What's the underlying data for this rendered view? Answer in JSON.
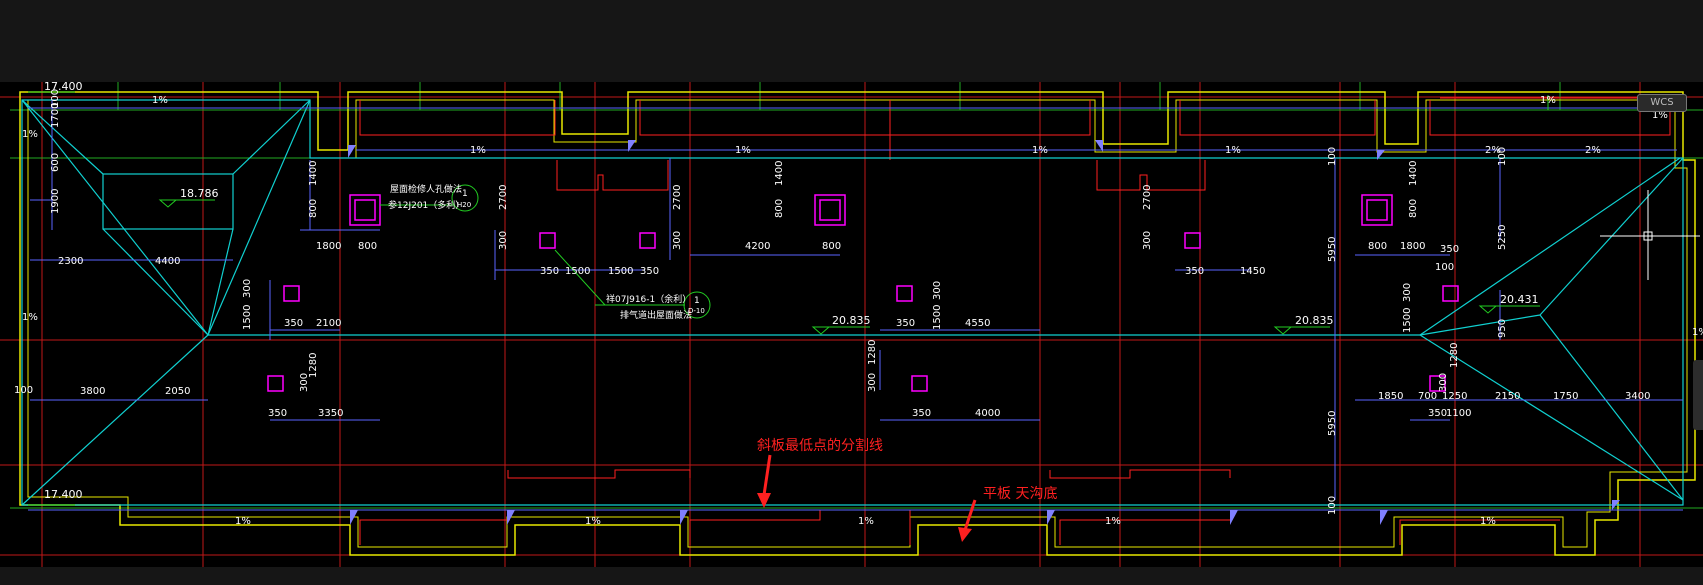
{
  "viewport": {
    "wcs_label": "WCS"
  },
  "colors": {
    "background": "#000000",
    "grid_red": "#c01818",
    "grid_green": "#22aa22",
    "wall_yellow": "#e8e800",
    "slope_cyan": "#10d0d0",
    "dim_blue": "#5a63ff",
    "text_white": "#ffffff",
    "opening_magenta": "#ff00ff",
    "annotation_red": "#ff2020"
  },
  "elevations": {
    "corner_top_left": "17.400",
    "corner_bottom_left": "17.400",
    "roof_left": "18.786",
    "ridge_mid_left": "20.835",
    "ridge_mid_right": "20.835",
    "right_peak": "20.431"
  },
  "slopes": {
    "s1": "1%",
    "s2": "1%",
    "s3": "1%",
    "s4": "1%",
    "s5": "1%",
    "s6": "1%",
    "s7": "1%",
    "s8": "1%",
    "s9": "1%",
    "s10": "1%",
    "s11": "1%",
    "s12": "1%",
    "s13": "1%",
    "s14": "1%",
    "s15": "1%",
    "r1": "2%",
    "r2": "2%"
  },
  "dimensions": {
    "d1700": "1700",
    "d100a": "100",
    "d600": "600",
    "d1900": "1900",
    "d2300": "2300",
    "d4400": "4400",
    "d300a": "300",
    "d1500a": "1500",
    "d350a": "350",
    "d2100": "2100",
    "d100b": "100",
    "d3800": "3800",
    "d2050": "2050",
    "d300b": "300",
    "d1280a": "1280",
    "d350b": "350",
    "d3350": "3350",
    "d1400a": "1400",
    "d800a": "800",
    "d1800a": "1800",
    "d800b": "800",
    "d2700a": "2700",
    "d300c": "300",
    "d350c": "350",
    "d1500b": "1500",
    "d1500c": "1500",
    "d350d": "350",
    "d2700b": "2700",
    "d300d": "300",
    "d1400b": "1400",
    "d800c": "800",
    "d4200": "4200",
    "d800d": "800",
    "d350e": "350",
    "d300e": "300",
    "d1500d": "1500",
    "d4550": "4550",
    "d300f": "300",
    "d1280b": "1280",
    "d350f": "350",
    "d4000": "4000",
    "d2700c": "2700",
    "d300g": "300",
    "d350g": "350",
    "d1450": "1450",
    "d100c": "100",
    "d5950a": "5950",
    "d5950b": "5950",
    "d100d": "100",
    "d1400c": "1400",
    "d800e": "800",
    "d800f": "800",
    "d1800b": "1800",
    "d350h": "350",
    "d100e": "100",
    "d300h": "300",
    "d1500e": "1500",
    "d300i": "300",
    "d1280c": "1280",
    "d1850": "1850",
    "d700": "700",
    "d1250": "1250",
    "d350i": "350",
    "d1100": "1100",
    "d2150": "2150",
    "d1750": "1750",
    "d3400": "3400",
    "d100f": "100",
    "d5250": "5250",
    "d950": "950"
  },
  "notes": {
    "hatch_note_line1": "屋面检修人孔做法",
    "hatch_note_line2": "参12J201（多利）",
    "hatch_detail_number": "1",
    "hatch_detail_ref": "H20",
    "vent_note_line1": "祥07J916-1（余利）",
    "vent_note_line2": "排气道出屋面做法",
    "vent_detail_number": "1",
    "vent_detail_ref": "D-10"
  },
  "annotations": {
    "lowest_point_line": "斜板最低点的分割线",
    "flat_gutter": "平板 天沟底"
  }
}
